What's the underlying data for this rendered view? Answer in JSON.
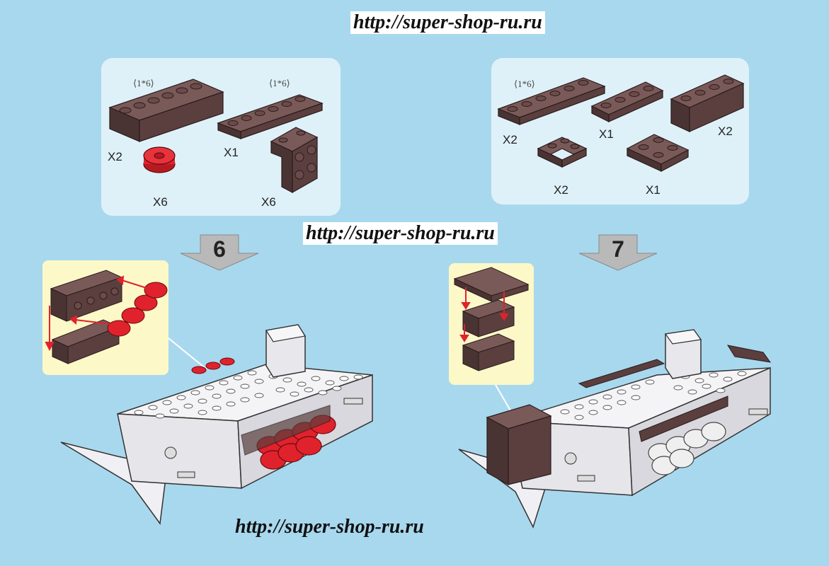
{
  "watermarks": {
    "top": "http://super-shop-ru.ru",
    "middle": "http://super-shop-ru.ru",
    "bottom": "http://super-shop-ru.ru"
  },
  "parts_left": {
    "brick_a_dim": "⟨1*6⟩",
    "brick_b_dim": "⟨1*6⟩",
    "qty_brick_a": "X2",
    "qty_plate_b": "X1",
    "qty_round": "X6",
    "qty_bracket": "X6"
  },
  "parts_right": {
    "plate_dim": "⟨1*6⟩",
    "qty_plate_long": "X2",
    "qty_plate_short": "X1",
    "qty_brick": "X2",
    "qty_corner": "X2",
    "qty_square": "X1"
  },
  "steps": {
    "left": "6",
    "right": "7"
  },
  "colors": {
    "background": "#a8d8ee",
    "panel": "#dff1f8",
    "brown": "#5a3f3e",
    "red": "#e0222d",
    "white_brick": "#f4f4f6",
    "callout": "#fdf8c8",
    "arrow_gray": "#b9b9b9"
  }
}
